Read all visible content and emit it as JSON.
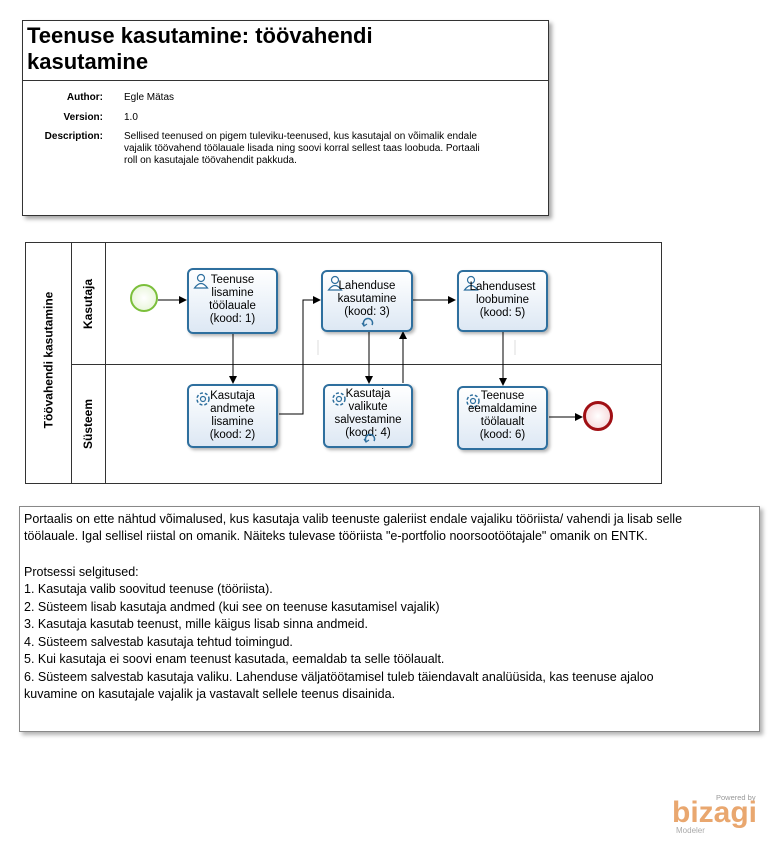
{
  "header": {
    "title_line1": "Teenuse kasutamine: töövahendi",
    "title_line2": "kasutamine",
    "author_label": "Author:",
    "author": "Egle Mätas",
    "version_label": "Version:",
    "version": "1.0",
    "description_label": "Description:",
    "description_line1": "Sellised teenused on pigem tuleviku-teenused, kus kasutajal on võimalik endale",
    "description_line2": "vajalik töövahend töölauale lisada ning soovi korral sellest taas loobuda. Portaali",
    "description_line3": "roll on kasutajale töövahendit pakkuda."
  },
  "pool": {
    "name": "Töövahendi kasutamine",
    "lanes": [
      "Kasutaja",
      "Süsteem"
    ]
  },
  "tasks": [
    {
      "label": "Teenuse\nlisamine\ntöölauale\n(kood: 1)",
      "type": "user"
    },
    {
      "label": "Kasutaja\nandmete\nlisamine\n(kood: 2)",
      "type": "service"
    },
    {
      "label": "Lahenduse\nkasutamine\n(kood: 3)",
      "type": "user"
    },
    {
      "label": "Kasutaja\nvalikute\nsalvestamine\n(kood: 4)",
      "type": "service"
    },
    {
      "label": "Lahendusest\nloobumine\n(kood: 5)",
      "type": "user"
    },
    {
      "label": "Teenuse\neemaldamine\ntöölaualt\n(kood: 6)",
      "type": "service"
    }
  ],
  "notes": {
    "lines": [
      "Portaalis on ette nähtud võimalused, kus kasutaja valib teenuste galeriist endale vajaliku tööriista/ vahendi ja lisab selle",
      "töölauale. Igal sellisel riistal on omanik. Näiteks tulevase tööriista \"e-portfolio noorsootöötajale\" omanik on ENTK.",
      "",
      "Protsessi selgitused:",
      "1. Kasutaja valib soovitud teenuse (tööriista).",
      "2. Süsteem lisab kasutaja andmed (kui see on teenuse kasutamisel vajalik)",
      "3. Kasutaja kasutab teenust, mille käigus lisab sinna andmeid.",
      "4. Süsteem salvestab kasutaja tehtud toimingud.",
      "5. Kui kasutaja ei soovi enam teenust kasutada, eemaldab ta selle töölaualt.",
      "6. Süsteem salvestab kasutaja valiku. Lahenduse väljatöötamisel tuleb täiendavalt analüüsida, kas teenuse ajaloo",
      "kuvamine on kasutajale vajalik ja vastavalt sellele teenus disainida."
    ]
  },
  "logo": {
    "powered": "Powered by",
    "word": "bizagi",
    "sub": "Modeler"
  },
  "colors": {
    "task_border": "#2e6f9e",
    "start_event": "#7bbf3b",
    "end_event": "#a00f14",
    "logo": "#e9a76f"
  }
}
